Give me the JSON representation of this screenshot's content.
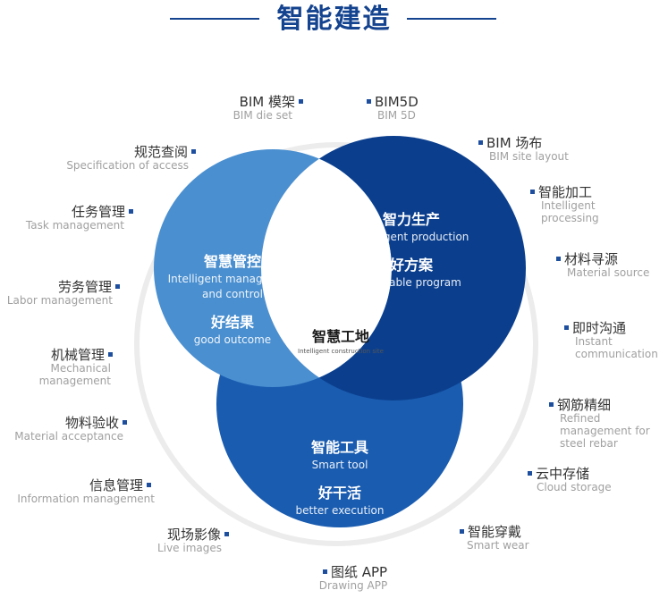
{
  "title": "智能建造",
  "colors": {
    "title": "#14438f",
    "circle_light": "#4a8fd0",
    "circle_mid": "#1a5cb0",
    "circle_dark": "#0b3f8e",
    "ring": "#ececec",
    "bullet": "#1d4f9e"
  },
  "circles": {
    "left": {
      "title": "智慧管控",
      "title_en_1": "Intelligent management",
      "title_en_2": "and control",
      "sub": "好结果",
      "sub_en": "good outcome"
    },
    "right": {
      "title": "智力生产",
      "title_en": "Intelligent production",
      "sub": "好方案",
      "sub_en": "favorable program"
    },
    "bottom": {
      "title": "智能工具",
      "title_en": "Smart tool",
      "sub": "好干活",
      "sub_en": "better execution"
    },
    "center": {
      "title": "智慧工地",
      "title_en": "Intelligent construction site"
    }
  },
  "labels": {
    "left": [
      {
        "cn": "BIM 模架",
        "en": [
          "BIM die set"
        ]
      },
      {
        "cn": "规范查阅",
        "en": [
          "Specification of access"
        ]
      },
      {
        "cn": "任务管理",
        "en": [
          "Task management"
        ]
      },
      {
        "cn": "劳务管理",
        "en": [
          "Labor management"
        ]
      },
      {
        "cn": "机械管理",
        "en": [
          "Mechanical",
          "management"
        ]
      },
      {
        "cn": "物料验收",
        "en": [
          "Material acceptance"
        ]
      },
      {
        "cn": "信息管理",
        "en": [
          "Information management"
        ]
      },
      {
        "cn": "现场影像",
        "en": [
          "Live images"
        ]
      }
    ],
    "right": [
      {
        "cn": "BIM5D",
        "en": [
          "BIM 5D"
        ]
      },
      {
        "cn": "BIM 场布",
        "en": [
          "BIM site layout"
        ]
      },
      {
        "cn": "智能加工",
        "en": [
          "Intelligent",
          "processing"
        ]
      },
      {
        "cn": "材料寻源",
        "en": [
          "Material source"
        ]
      },
      {
        "cn": "即时沟通",
        "en": [
          "Instant",
          "communication"
        ]
      },
      {
        "cn": "钢筋精细",
        "en": [
          "Refined",
          "management for",
          "steel rebar"
        ]
      },
      {
        "cn": "云中存储",
        "en": [
          "Cloud storage"
        ]
      },
      {
        "cn": "智能穿戴",
        "en": [
          "Smart wear"
        ]
      }
    ],
    "bottom": {
      "cn": "图纸 APP",
      "en": [
        "Drawing APP"
      ]
    }
  }
}
